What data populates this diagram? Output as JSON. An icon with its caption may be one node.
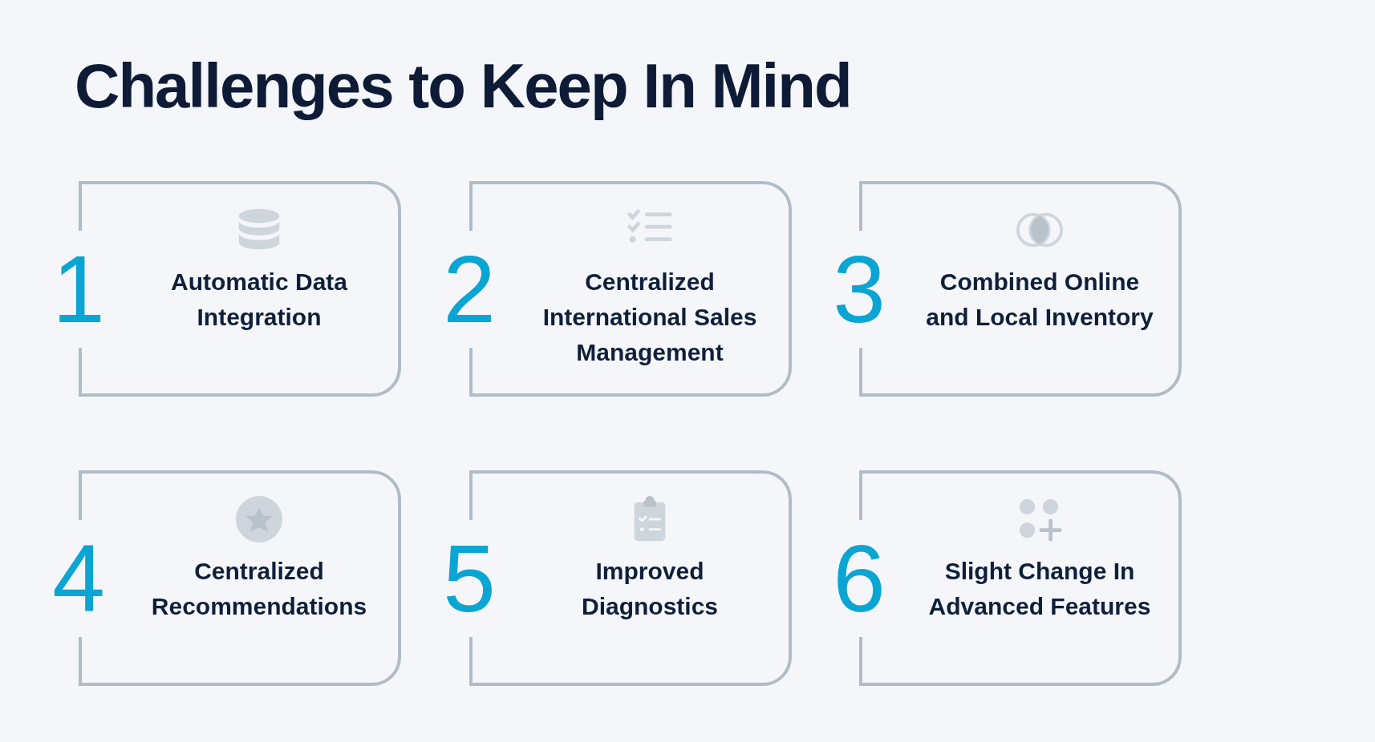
{
  "diagram": {
    "title": "Challenges to Keep In Mind",
    "nodes": [
      {
        "text": [
          "1",
          "Automatic Data Integration"
        ]
      },
      {
        "text": [
          "2",
          "Centralized International Sales Management"
        ]
      },
      {
        "text": [
          "3",
          "Combined Online and Local Inventory"
        ]
      },
      {
        "text": [
          "4",
          "Centralized Recommendations"
        ]
      },
      {
        "text": [
          "5",
          "Improved Diagnostics"
        ]
      },
      {
        "text": [
          "6",
          "Slight Change In Advanced Features"
        ]
      }
    ]
  }
}
